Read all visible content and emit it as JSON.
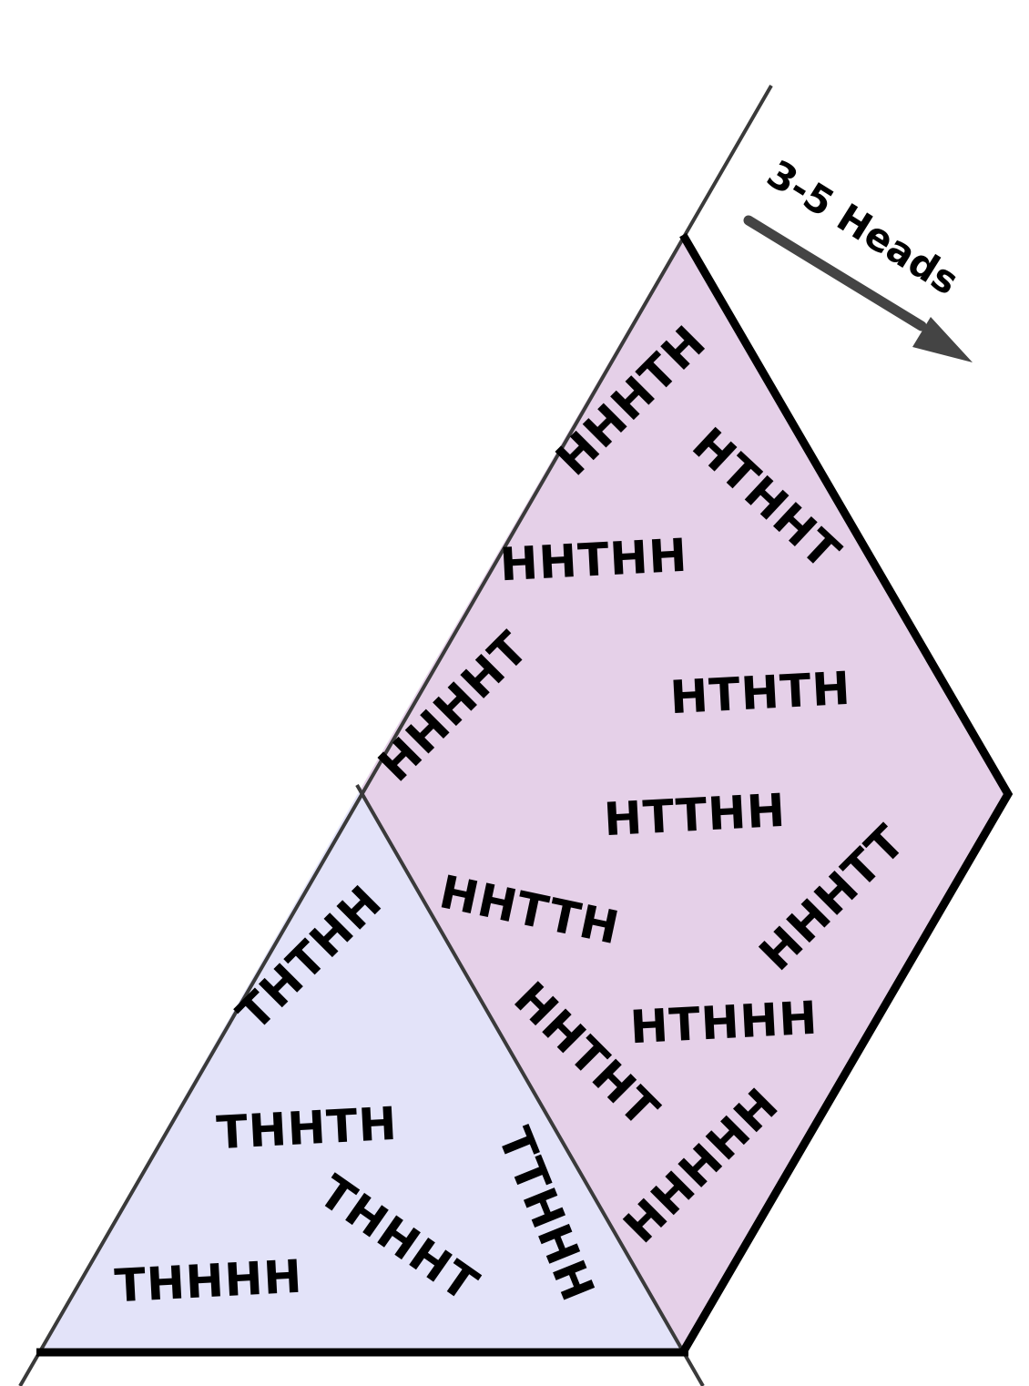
{
  "colors": {
    "background": "#ffffff",
    "rhombus_fill": "#e5d0e8",
    "lower_triangle_fill": "#e3e3f9",
    "thin_line": "#3a3a3a",
    "thick_line": "#000000",
    "arrow": "#444444"
  },
  "arrow": {
    "label": "3-5 Heads",
    "icon": "arrow-right-down-icon"
  },
  "regions": {
    "three_to_five_heads": {
      "sequences": [
        "HHHTH",
        "HTHHT",
        "HHTHH",
        "HHHHT",
        "HTHTH",
        "HTTHH",
        "HHTTH",
        "HHHTT",
        "HHTHT",
        "HTHHH",
        "HHHHH"
      ]
    },
    "t_start": {
      "sequences": [
        "THTHH",
        "THHTH",
        "THHHT",
        "TTHHH",
        "THHHH"
      ]
    }
  }
}
